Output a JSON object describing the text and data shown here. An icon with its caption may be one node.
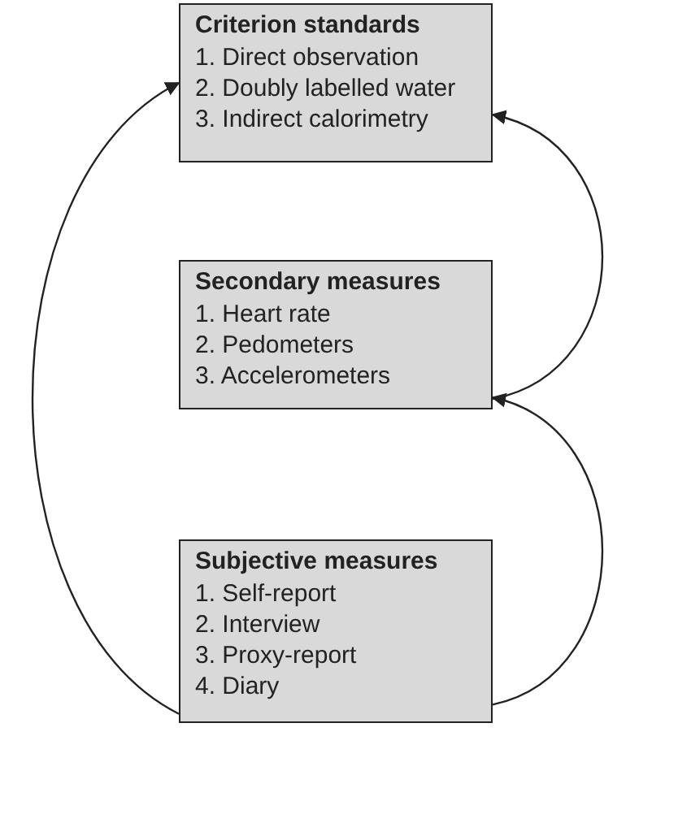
{
  "diagram": {
    "nodes": [
      {
        "text": [
          "Criterion standards",
          "1. Direct observation",
          "2. Doubly labelled water",
          "3. Indirect calorimetry"
        ]
      },
      {
        "text": [
          "Secondary measures",
          "1. Heart rate",
          "2. Pedometers",
          "3. Accelerometers"
        ]
      },
      {
        "text": [
          "Subjective measures",
          "1. Self-report",
          "2. Interview",
          "3. Proxy-report",
          "4. Diary"
        ]
      }
    ],
    "edges": [
      {
        "from": 2,
        "to": 0,
        "arrow": "to"
      },
      {
        "from": 1,
        "to": 0,
        "arrow": "to"
      },
      {
        "from": 2,
        "to": 1,
        "arrow": "to"
      }
    ]
  }
}
